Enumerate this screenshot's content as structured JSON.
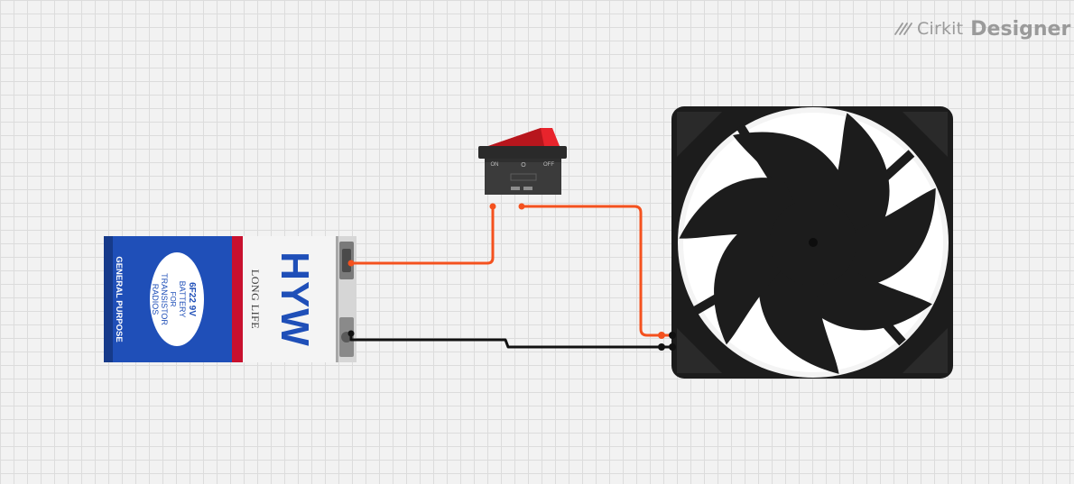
{
  "brand": {
    "name": "Cirkit",
    "product": "Designer"
  },
  "battery": {
    "brand": "HYW",
    "tagline": "LONG LIFE",
    "spec_line_1": "6F22 9V",
    "spec_line_2": "BATTERY",
    "spec_line_3": "FOR",
    "spec_line_4": "TRANSISTOR",
    "spec_line_5": "RADIOS",
    "side_label": "GENERAL PURPOSE"
  },
  "switch": {
    "on_label": "ON",
    "off_label": "OFF",
    "center_label": "O"
  },
  "colors": {
    "wire_positive": "#f4511e",
    "wire_negative": "#111111",
    "battery_blue": "#1f4fb8",
    "battery_red": "#c8102e",
    "switch_rocker": "#e8242c",
    "fan_body": "#1c1c1c"
  }
}
